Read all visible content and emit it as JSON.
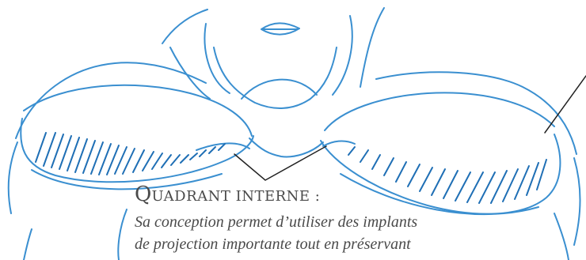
{
  "label": {
    "heading": "QUADRANT INTERNE :",
    "heading_first_letter": "Q",
    "heading_rest": "UADRANT INTERNE :",
    "description_line1": "Sa conception permet d’utiliser des implants",
    "description_line2": "de projection importante tout en préservant"
  },
  "colors": {
    "sketch": "#3a8fd0",
    "sketch_dark": "#1f6fb5",
    "leader_line": "#222222",
    "text": "#4a4a4a"
  }
}
